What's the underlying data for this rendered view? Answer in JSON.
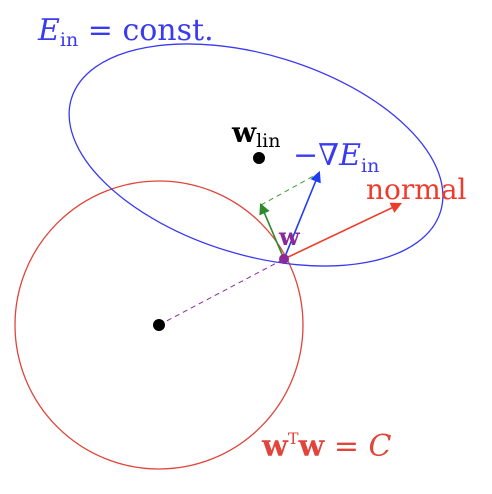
{
  "labels": {
    "ein_const": {
      "E": "E",
      "sub": "in",
      "rest": " = const."
    },
    "w_lin": {
      "w": "w",
      "sub": "lin"
    },
    "neg_grad": {
      "prefix": "−∇",
      "E": "E",
      "sub": "in"
    },
    "normal": "normal",
    "w": "w",
    "constraint": {
      "w1": "w",
      "sup": "T",
      "w2": "w",
      "eq": " = ",
      "C": "C"
    }
  },
  "colors": {
    "ellipse": "#3a3af0",
    "circle": "#e0443a",
    "normal_arrow": "#ef3b2c",
    "grad_arrow": "#1f3df0",
    "green_arrow": "#2e8a2e",
    "green_dash": "#3a9a3a",
    "purple": "#8a2a9a",
    "point": "#000000"
  }
}
